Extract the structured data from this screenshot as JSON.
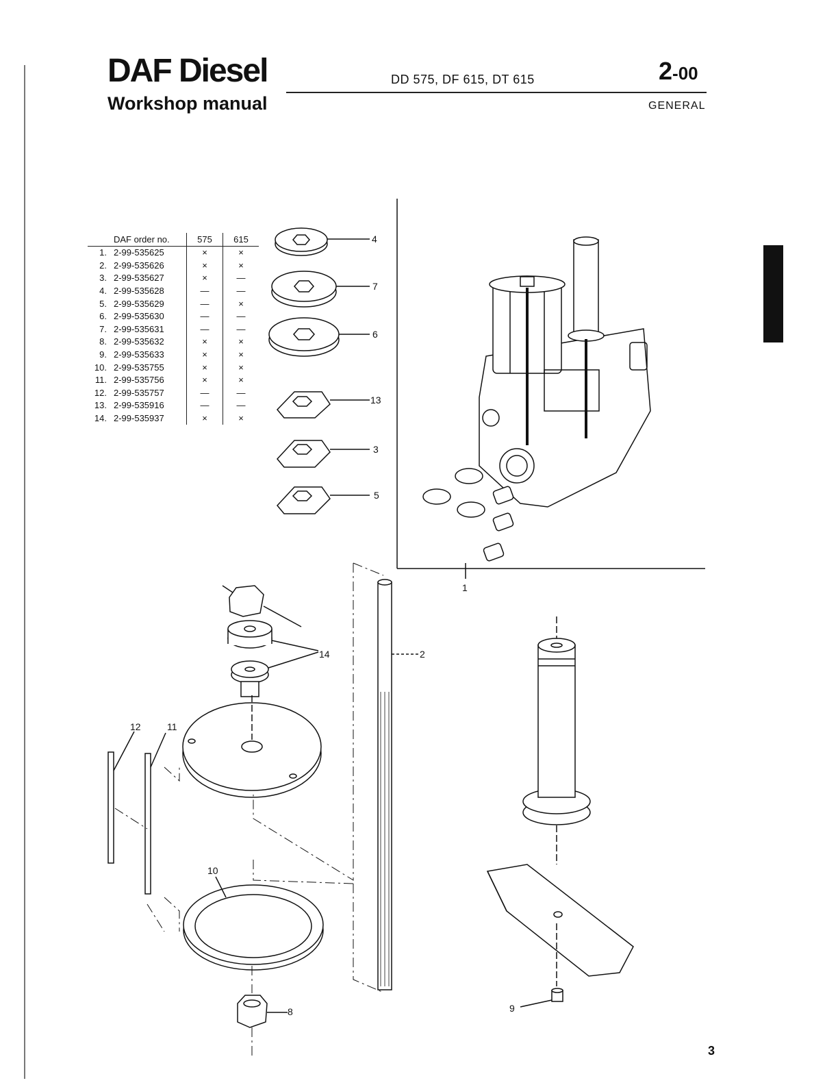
{
  "header": {
    "brand": "DAF Diesel",
    "subtitle": "Workshop manual",
    "models": "DD 575, DF 615, DT 615",
    "section_major": "2",
    "section_minor": "-00",
    "section_name": "GENERAL"
  },
  "parts_table": {
    "col_order": "DAF order no.",
    "col_575": "575",
    "col_615": "615",
    "rows": [
      {
        "num": "1.",
        "order": "2-99-535625",
        "c575": "×",
        "c615": "×"
      },
      {
        "num": "2.",
        "order": "2-99-535626",
        "c575": "×",
        "c615": "×"
      },
      {
        "num": "3.",
        "order": "2-99-535627",
        "c575": "×",
        "c615": "—"
      },
      {
        "num": "4.",
        "order": "2-99-535628",
        "c575": "—",
        "c615": "—"
      },
      {
        "num": "5.",
        "order": "2-99-535629",
        "c575": "—",
        "c615": "×"
      },
      {
        "num": "6.",
        "order": "2-99-535630",
        "c575": "—",
        "c615": "—"
      },
      {
        "num": "7.",
        "order": "2-99-535631",
        "c575": "—",
        "c615": "—"
      },
      {
        "num": "8.",
        "order": "2-99-535632",
        "c575": "×",
        "c615": "×"
      },
      {
        "num": "9.",
        "order": "2-99-535633",
        "c575": "×",
        "c615": "×"
      },
      {
        "num": "10.",
        "order": "2-99-535755",
        "c575": "×",
        "c615": "×"
      },
      {
        "num": "11.",
        "order": "2-99-535756",
        "c575": "×",
        "c615": "×"
      },
      {
        "num": "12.",
        "order": "2-99-535757",
        "c575": "—",
        "c615": "—"
      },
      {
        "num": "13.",
        "order": "2-99-535916",
        "c575": "—",
        "c615": "—"
      },
      {
        "num": "14.",
        "order": "2-99-535937",
        "c575": "×",
        "c615": "×"
      }
    ]
  },
  "callouts": {
    "c1": "1",
    "c2": "2",
    "c3": "3",
    "c4": "4",
    "c5": "5",
    "c6": "6",
    "c7": "7",
    "c8": "8",
    "c9": "9",
    "c10": "10",
    "c11": "11",
    "c12": "12",
    "c13": "13",
    "c14": "14"
  },
  "page_number": "3"
}
